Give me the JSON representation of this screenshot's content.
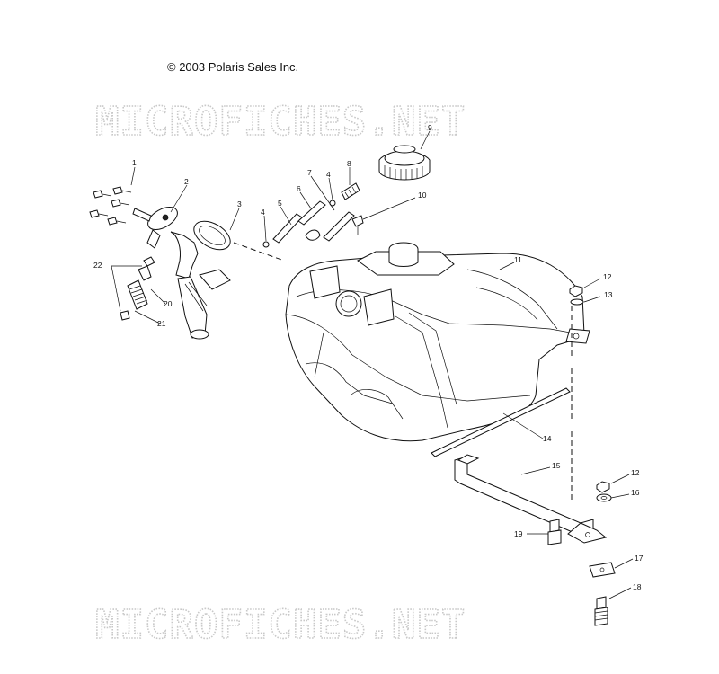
{
  "copyright": "© 2003 Polaris Sales Inc.",
  "watermarks": [
    "MICROFICHES.NET",
    "MICROFICHES.NET"
  ],
  "callouts": [
    "1",
    "2",
    "3",
    "4",
    "5",
    "6",
    "7",
    "4",
    "8",
    "9",
    "10",
    "11",
    "12",
    "13",
    "14",
    "15",
    "12",
    "16",
    "17",
    "18",
    "19",
    "20",
    "21",
    "22"
  ]
}
